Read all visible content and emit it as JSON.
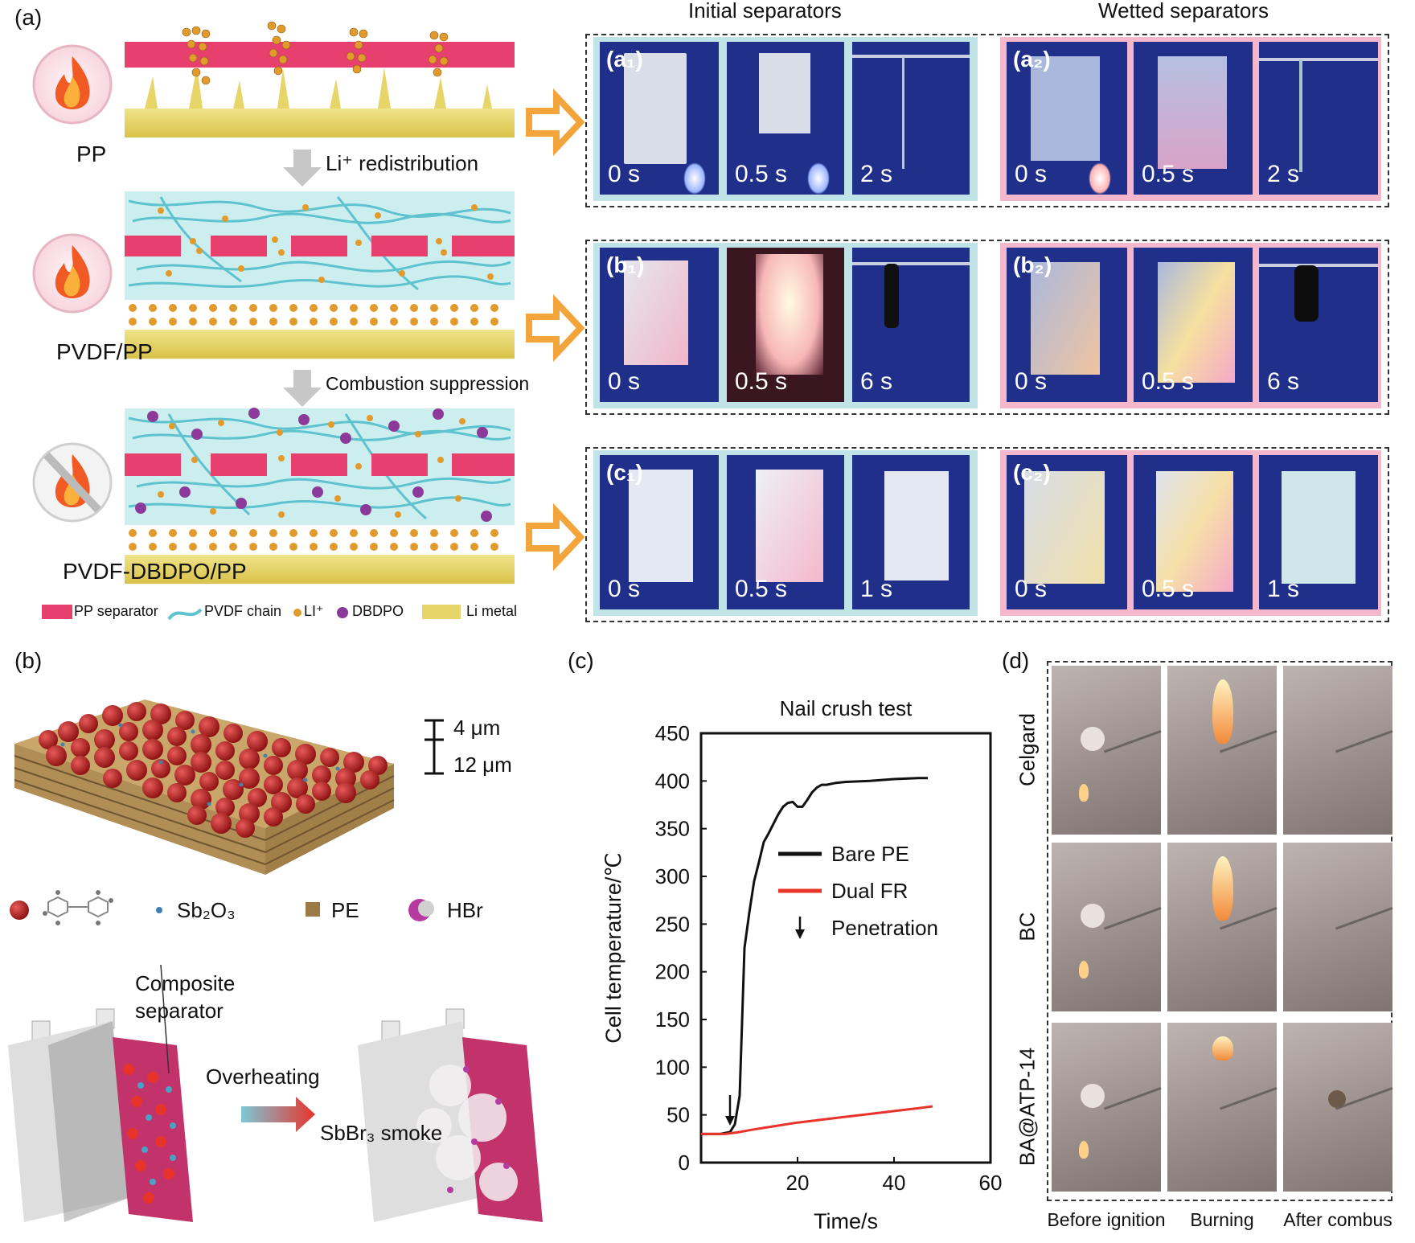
{
  "panel_labels": {
    "a": "(a)",
    "b": "(b)",
    "c": "(c)",
    "d": "(d)"
  },
  "panel_a": {
    "col_headers": [
      "Initial separators",
      "Wetted separators"
    ],
    "layers": [
      {
        "name": "PP"
      },
      {
        "name": "PVDF/PP"
      },
      {
        "name": "PVDF-DBDPO/PP"
      }
    ],
    "transitions": [
      "Li⁺ redistribution",
      "Combustion suppression"
    ],
    "legend": [
      {
        "label": "PP separator",
        "color": "#e8406e"
      },
      {
        "label": "PVDF chain",
        "color": "#5ec3cf"
      },
      {
        "label": "LI⁺",
        "color": "#e39a2c"
      },
      {
        "label": "DBDPO",
        "color": "#8b3a9a"
      },
      {
        "label": "Li metal",
        "color": "#e7d56a"
      }
    ],
    "rows": [
      {
        "initial": {
          "label": "(a₁)",
          "times": [
            "0 s",
            "0.5 s",
            "2 s"
          ]
        },
        "wetted": {
          "label": "(a₂)",
          "times": [
            "0 s",
            "0.5 s",
            "2 s"
          ]
        }
      },
      {
        "initial": {
          "label": "(b₁)",
          "times": [
            "0 s",
            "0.5 s",
            "6 s"
          ]
        },
        "wetted": {
          "label": "(b₂)",
          "times": [
            "0 s",
            "0.5 s",
            "6 s"
          ]
        }
      },
      {
        "initial": {
          "label": "(c₁)",
          "times": [
            "0 s",
            "0.5 s",
            "1 s"
          ]
        },
        "wetted": {
          "label": "(c₂)",
          "times": [
            "0 s",
            "0.5 s",
            "1 s"
          ]
        }
      }
    ]
  },
  "panel_b": {
    "thickness": [
      "4 μm",
      "12 μm"
    ],
    "legend": [
      {
        "label": "",
        "kind": "dbdpe"
      },
      {
        "label": "Sb₂O₃",
        "kind": "sb2o3"
      },
      {
        "label": "PE",
        "kind": "pe"
      },
      {
        "label": "HBr",
        "kind": "hbr"
      }
    ],
    "composite_label": "Composite separator",
    "overheating": "Overheating",
    "smoke": "SbBr₃ smoke"
  },
  "chart_data": {
    "type": "line",
    "title": "Nail crush test",
    "xlabel": "Time/s",
    "ylabel": "Cell temperature/℃",
    "xlim": [
      0,
      60
    ],
    "ylim": [
      0,
      450
    ],
    "xticks": [
      20,
      40,
      60
    ],
    "yticks": [
      0,
      50,
      100,
      150,
      200,
      250,
      300,
      350,
      400,
      450
    ],
    "legend_position": "center-right",
    "series": [
      {
        "name": "Bare PE",
        "color": "#111111",
        "x": [
          0,
          4,
          6,
          7,
          8,
          9,
          10,
          11,
          12,
          13,
          14,
          15,
          16,
          17,
          18,
          19,
          20,
          21,
          22,
          23,
          24,
          25,
          26,
          28,
          30,
          35,
          40,
          45,
          47
        ],
        "y": [
          30,
          30,
          32,
          40,
          70,
          225,
          262,
          295,
          315,
          336,
          345,
          355,
          365,
          373,
          377,
          378,
          373,
          373,
          380,
          388,
          393,
          396,
          396,
          398,
          399,
          400,
          402,
          403,
          403
        ]
      },
      {
        "name": "Dual FR",
        "color": "#e8332a",
        "x": [
          0,
          5,
          8,
          10,
          15,
          20,
          25,
          30,
          35,
          40,
          45,
          48
        ],
        "y": [
          30,
          30,
          32,
          34,
          38,
          42,
          45,
          48,
          51,
          54,
          57,
          59
        ]
      }
    ],
    "annotation": {
      "label": "Penetration",
      "x": 6,
      "y": 32
    }
  },
  "panel_d": {
    "rows": [
      "Celgard",
      "BC",
      "BA@ATP-14"
    ],
    "cols": [
      "Before ignition",
      "Burning",
      "After combus"
    ]
  }
}
